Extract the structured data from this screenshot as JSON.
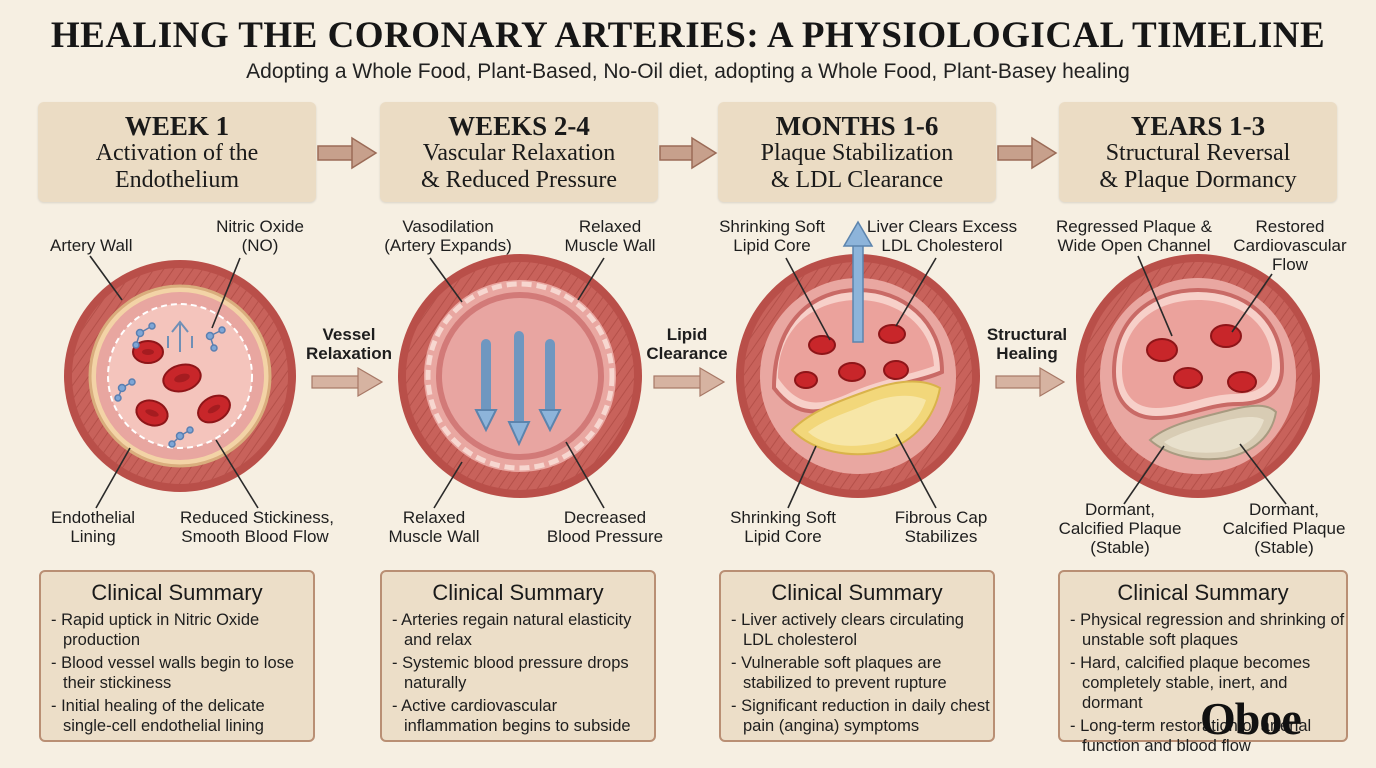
{
  "header": {
    "title": "HEALING THE CORONARY ARTERIES: A PHYSIOLOGICAL TIMELINE",
    "subtitle": "Adopting a Whole Food, Plant-Based, No-Oil diet, adopting a Whole Food, Plant-Basey healing"
  },
  "stages": [
    {
      "name": "WEEK 1",
      "desc1": "Activation of the",
      "desc2": "Endothelium",
      "callouts": {
        "top_left": "Artery Wall",
        "top_right_1": "Nitric Oxide",
        "top_right_2": "(NO)",
        "bottom_left_1": "Endothelial",
        "bottom_left_2": "Lining",
        "bottom_right_1": "Reduced Stickiness,",
        "bottom_right_2": "Smooth Blood Flow"
      },
      "summary": {
        "heading": "Clinical Summary",
        "items": [
          "Rapid uptick in Nitric Oxide production",
          "Blood vessel walls begin to lose their stickiness",
          "Initial healing of the delicate single-cell endothelial lining"
        ]
      }
    },
    {
      "name": "WEEKS 2-4",
      "desc1": "Vascular Relaxation",
      "desc2": "& Reduced Pressure",
      "callouts": {
        "top_left_1": "Vasodilation",
        "top_left_2": "(Artery Expands)",
        "top_right_1": "Relaxed",
        "top_right_2": "Muscle Wall",
        "bottom_left_1": "Relaxed",
        "bottom_left_2": "Muscle Wall",
        "bottom_right_1": "Decreased",
        "bottom_right_2": "Blood Pressure"
      },
      "summary": {
        "heading": "Clinical Summary",
        "items": [
          "Arteries regain natural elasticity and relax",
          "Systemic blood pressure drops naturally",
          "Active cardiovascular inflammation begins to subside"
        ]
      }
    },
    {
      "name": "MONTHS 1-6",
      "desc1": "Plaque Stabilization",
      "desc2": "& LDL Clearance",
      "callouts": {
        "top_left_1": "Shrinking Soft",
        "top_left_2": "Lipid Core",
        "top_right_1": "Liver Clears Excess",
        "top_right_2": "LDL Cholesterol",
        "bottom_left_1": "Shrinking Soft",
        "bottom_left_2": "Lipid Core",
        "bottom_right_1": "Fibrous Cap",
        "bottom_right_2": "Stabilizes"
      },
      "summary": {
        "heading": "Clinical Summary",
        "items": [
          "Liver actively clears circulating LDL cholesterol",
          "Vulnerable soft plaques are stabilized to prevent rupture",
          "Significant reduction in daily chest pain (angina) symptoms"
        ]
      }
    },
    {
      "name": "YEARS 1-3",
      "desc1": "Structural Reversal",
      "desc2": "& Plaque Dormancy",
      "callouts": {
        "top_left_1": "Regressed Plaque &",
        "top_left_2": "Wide Open Channel",
        "top_right_1": "Restored",
        "top_right_2": "Cardiovascular",
        "top_right_3": "Flow",
        "bottom_left_1": "Dormant,",
        "bottom_left_2": "Calcified Plaque",
        "bottom_left_3": "(Stable)",
        "bottom_right_1": "Dormant,",
        "bottom_right_2": "Calcified Plaque",
        "bottom_right_3": "(Stable)"
      },
      "summary": {
        "heading": "Clinical Summary",
        "items": [
          "Physical regression and shrinking of unstable soft plaques",
          "Hard, calcified plaque becomes completely stable, inert, and dormant",
          "Long-term restoration of arterial function and blood flow"
        ]
      }
    }
  ],
  "transitions": [
    {
      "line1": "Vessel",
      "line2": "Relaxation"
    },
    {
      "line1": "Lipid",
      "line2": "Clearance"
    },
    {
      "line1": "Structural",
      "line2": "Healing"
    }
  ],
  "logo": "Oboe",
  "colors": {
    "background": "#f6efe2",
    "stage_box": "#ebdcc4",
    "summary_box": "#ecdec8",
    "summary_border": "#b98f74",
    "artery_outer": "#c9605a",
    "lumen": "#f2b7ae",
    "red_cell": "#c8262a",
    "arrow": "#b88270",
    "blue_arrow": "#7aa2c8",
    "plaque_soft": "#f2d77a",
    "plaque_calcified": "#d8ccb4"
  }
}
